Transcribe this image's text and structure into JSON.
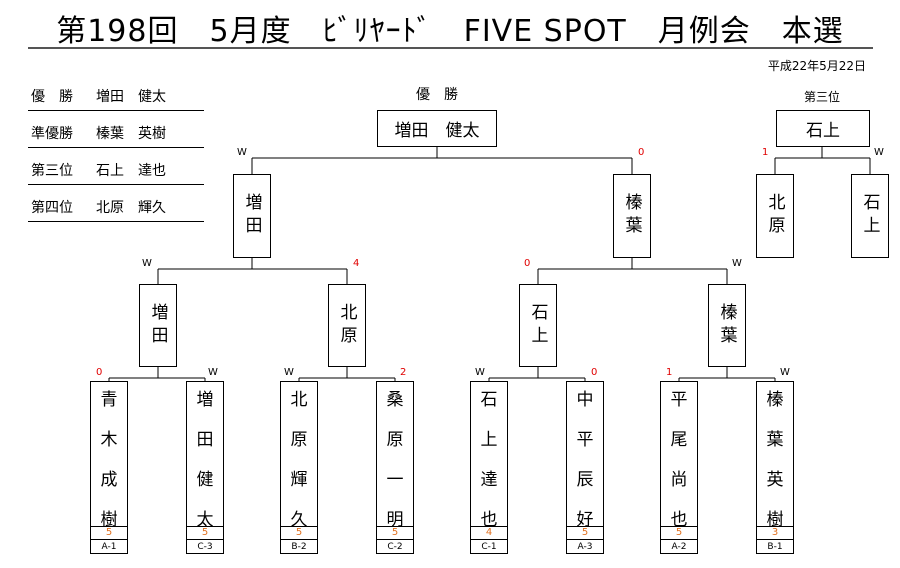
{
  "title": "第198回　5月度　ﾋﾞﾘﾔｰﾄﾞ　FIVE SPOT　月例会　本選",
  "date": "平成22年5月22日",
  "results": [
    {
      "rank": "優　勝",
      "name": "増田　健太"
    },
    {
      "rank": "準優勝",
      "name": "榛葉　英樹"
    },
    {
      "rank": "第三位",
      "name": "石上　達也"
    },
    {
      "rank": "第四位",
      "name": "北原　輝久"
    }
  ],
  "champion_label": "優　勝",
  "champion": "増田　健太",
  "third_label": "第三位",
  "third_winner": "石上",
  "semifinal": {
    "left": "増田",
    "right": "榛葉"
  },
  "quarterfinal": [
    "増田",
    "北原",
    "石上",
    "榛葉"
  ],
  "third_match": {
    "left": "北原",
    "right": "石上"
  },
  "players": [
    {
      "first": [
        "青",
        "木"
      ],
      "last": [
        "成",
        "樹"
      ],
      "score": "5",
      "seed": "A-1"
    },
    {
      "first": [
        "増",
        "田"
      ],
      "last": [
        "健",
        "太"
      ],
      "score": "5",
      "seed": "C-3"
    },
    {
      "first": [
        "北",
        "原"
      ],
      "last": [
        "輝",
        "久"
      ],
      "score": "5",
      "seed": "B-2"
    },
    {
      "first": [
        "桑",
        "原"
      ],
      "last": [
        "一",
        "明"
      ],
      "score": "5",
      "seed": "C-2"
    },
    {
      "first": [
        "石",
        "上"
      ],
      "last": [
        "達",
        "也"
      ],
      "score": "4",
      "seed": "C-1"
    },
    {
      "first": [
        "中",
        "平"
      ],
      "last": [
        "辰",
        "好"
      ],
      "score": "5",
      "seed": "A-3"
    },
    {
      "first": [
        "平",
        "尾"
      ],
      "last": [
        "尚",
        "也"
      ],
      "score": "5",
      "seed": "A-2"
    },
    {
      "first": [
        "榛",
        "葉"
      ],
      "last": [
        "英",
        "樹"
      ],
      "score": "3",
      "seed": "B-1"
    }
  ],
  "round1_tags": [
    {
      "left": "0",
      "right": "W"
    },
    {
      "left": "W",
      "right": "2"
    },
    {
      "left": "W",
      "right": "0"
    },
    {
      "left": "1",
      "right": "W"
    }
  ],
  "round2_tags": [
    {
      "left": "W",
      "right": "4"
    },
    {
      "left": "0",
      "right": "W"
    }
  ],
  "final_tags": {
    "left": "W",
    "right": "0"
  },
  "third_tags": {
    "left": "1",
    "right": "W"
  },
  "colors": {
    "loss_score": "#e00000",
    "frame_score": "#e07020",
    "line": "#000000"
  }
}
